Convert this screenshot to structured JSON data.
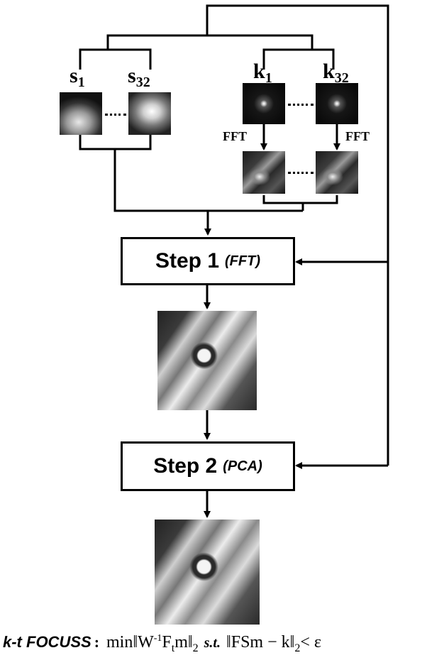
{
  "nodes": {
    "step1": {
      "label": "Step 1",
      "method": "(FFT)"
    },
    "step2": {
      "label": "Step 2",
      "method": "(PCA)"
    }
  },
  "coil_labels": {
    "first": {
      "base": "s",
      "sub": "1"
    },
    "last": {
      "base": "s",
      "sub": "32"
    }
  },
  "kspace_labels": {
    "first": {
      "base": "k",
      "sub": "1"
    },
    "last": {
      "base": "k",
      "sub": "32"
    }
  },
  "edge_labels": {
    "fft_left": "FFT",
    "fft_right": "FFT"
  },
  "formula": {
    "name": "k-t FOCUSS",
    "colon": ":",
    "objective": "min‖W",
    "objective_sup": "-1",
    "objective_mid": "F",
    "objective_sub_t": "t",
    "objective_end": "m‖",
    "objective_norm_sub": "2",
    "constraint_word": "s.t.",
    "constraint": "‖FSm − k‖",
    "constraint_norm_sub": "2",
    "constraint_end": "< ε"
  },
  "colors": {
    "line": "#000000",
    "background": "#ffffff"
  }
}
